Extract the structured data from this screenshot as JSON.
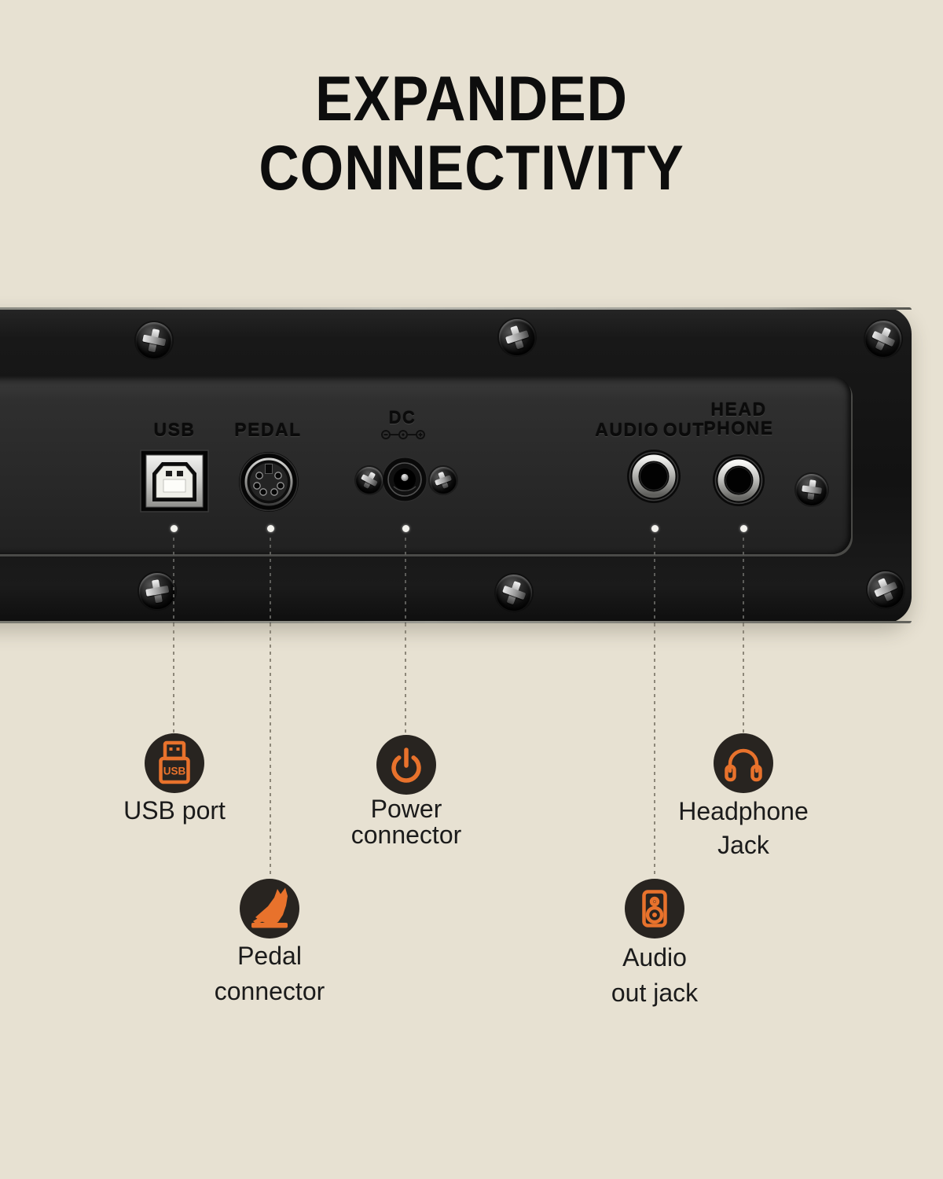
{
  "title": {
    "line1": "EXPANDED",
    "line2": "CONNECTIVITY"
  },
  "panel": {
    "ports": {
      "usb_label": "USB",
      "pedal_label": "PEDAL",
      "dc_label": "DC",
      "audio_out_label": "AUDIO OUT",
      "headphone_label_line1": "HEAD",
      "headphone_label_line2": "PHONE"
    }
  },
  "callouts": {
    "usb": {
      "line1": "USB port",
      "line2": ""
    },
    "power": {
      "line1": "Power",
      "line2": "connector"
    },
    "headphone": {
      "line1": "Headphone",
      "line2": "Jack"
    },
    "pedal": {
      "line1": "Pedal",
      "line2": "connector"
    },
    "audio": {
      "line1": "Audio",
      "line2": "out jack"
    }
  },
  "icons": {
    "usb": "usb-drive-icon",
    "power": "power-icon",
    "headphone": "headphones-icon",
    "pedal": "pedal-foot-icon",
    "audio": "speaker-icon"
  },
  "colors": {
    "background": "#e7e1d2",
    "accent_orange": "#e8722c",
    "icon_circle": "#282420",
    "panel_black": "#161616",
    "label_text": "#1b1b1b"
  }
}
